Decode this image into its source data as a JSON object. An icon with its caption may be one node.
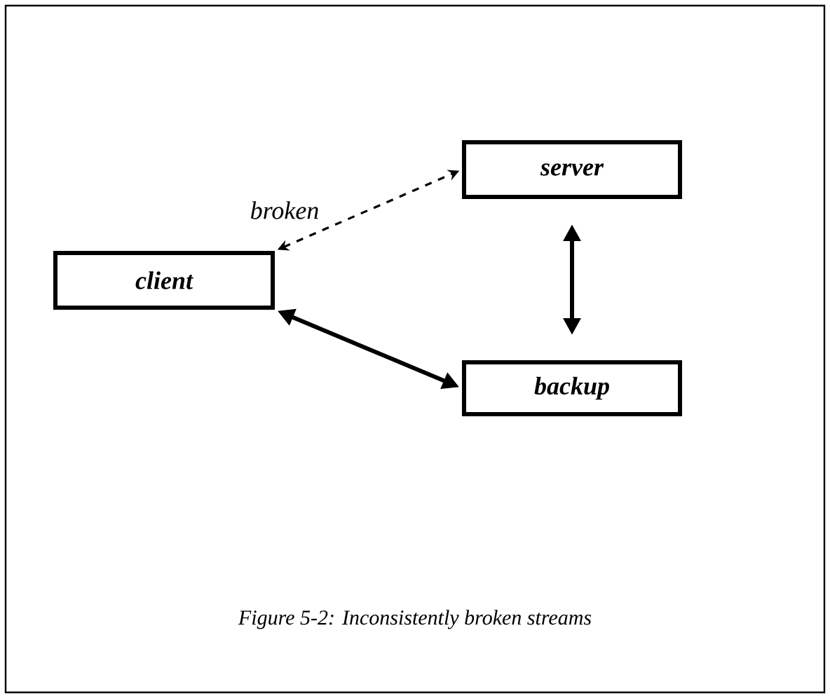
{
  "diagram": {
    "caption": "Figure 5-2: Inconsistently broken streams",
    "nodes": [
      {
        "text": [
          "server"
        ]
      },
      {
        "text": [
          "client"
        ]
      },
      {
        "text": [
          "backup"
        ]
      }
    ],
    "edges": [
      {
        "from": 1,
        "to": 0,
        "arrow": "both",
        "label": "broken",
        "style": "dashed"
      },
      {
        "from": 0,
        "to": 2,
        "arrow": "both"
      },
      {
        "from": 1,
        "to": 2,
        "arrow": "both"
      }
    ]
  }
}
